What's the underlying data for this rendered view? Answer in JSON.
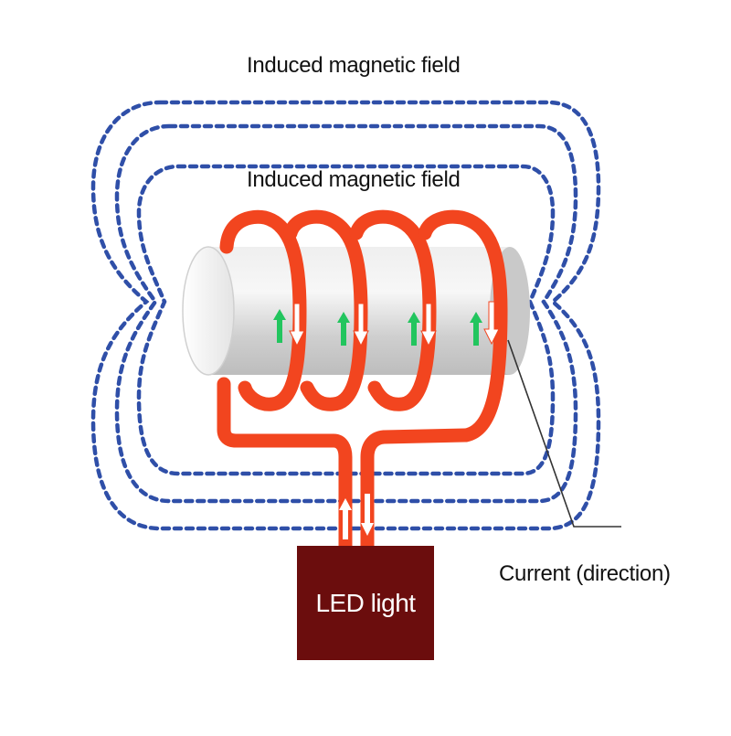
{
  "labels": {
    "outer_field": "Induced magnetic field",
    "inner_field": "Induced magnetic field",
    "current": "Current (direction)",
    "led": "LED light"
  },
  "colors": {
    "field_lines": "#2f4fa8",
    "coil": "#f2451f",
    "up_arrow": "#22c55e",
    "down_arrow": "#ffffff",
    "led_box": "#6b0d0d",
    "core": "#d9d9d9"
  },
  "icons": {
    "current_up": "green-up-arrow-icon",
    "current_down": "white-down-arrow-icon"
  }
}
